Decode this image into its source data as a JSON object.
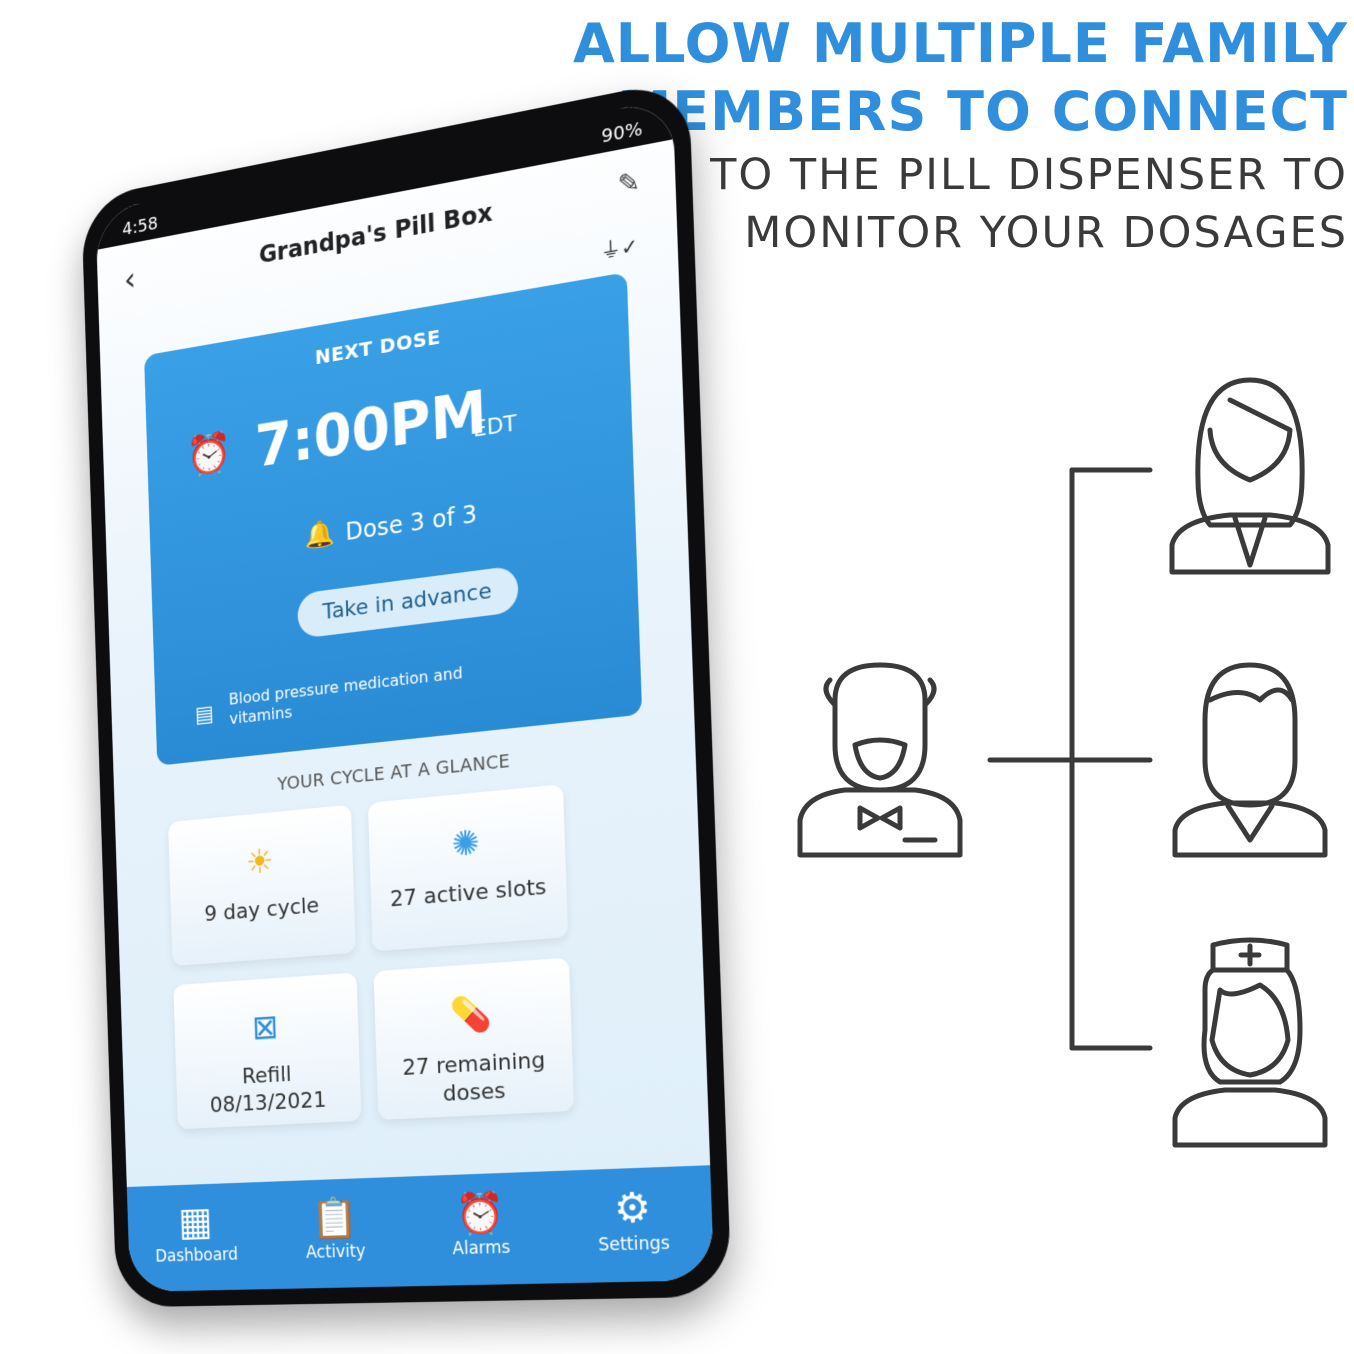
{
  "headline": {
    "line1": "ALLOW MULTIPLE FAMILY",
    "line2": "MEMBERS TO CONNECT",
    "line3": "TO THE PILL DISPENSER TO",
    "line4": "MONITOR YOUR DOSAGES"
  },
  "status_bar": {
    "time": "4:58",
    "battery": "90%"
  },
  "header": {
    "title": "Grandpa's Pill Box"
  },
  "next_dose": {
    "label": "NEXT DOSE",
    "time": "7:00PM",
    "timezone": "EDT",
    "dose_count": "Dose 3 of 3",
    "advance_button": "Take in advance",
    "note": "Blood pressure medication and vitamins"
  },
  "cycle": {
    "heading": "YOUR CYCLE AT A GLANCE",
    "tiles": [
      {
        "text": "9 day cycle",
        "icon": "sun-icon"
      },
      {
        "text": "27 active slots",
        "icon": "slots-wheel-icon"
      },
      {
        "line1": "Refill",
        "line2": "08/13/2021",
        "icon": "calendar-x-icon"
      },
      {
        "line1": "27 remaining",
        "line2": "doses",
        "icon": "capsule-icon"
      }
    ]
  },
  "nav": {
    "items": [
      {
        "label": "Dashboard",
        "icon": "dashboard-icon"
      },
      {
        "label": "Activity",
        "icon": "clipboard-icon"
      },
      {
        "label": "Alarms",
        "icon": "alarm-clock-icon"
      },
      {
        "label": "Settings",
        "icon": "gear-icon"
      }
    ]
  },
  "colors": {
    "accent": "#2f8fdc",
    "card": "#3aa0e6",
    "diagram": "#3a3a3a"
  }
}
